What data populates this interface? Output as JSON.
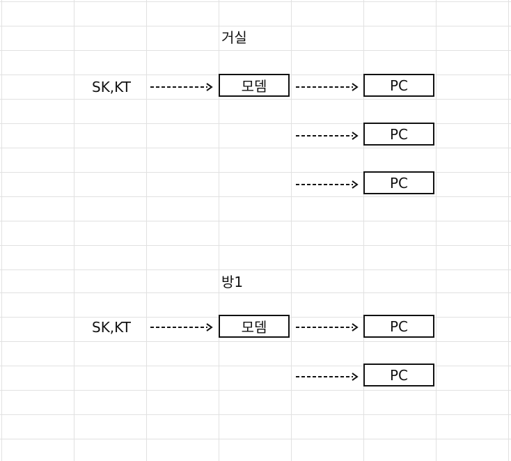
{
  "colors": {
    "grid": "#e1e1e1",
    "ink": "#111111",
    "background": "#ffffff"
  },
  "sections": [
    {
      "title": "거실",
      "source": "SK,KT",
      "modem": "모뎀",
      "pcs": [
        "PC",
        "PC",
        "PC"
      ]
    },
    {
      "title": "방1",
      "source": "SK,KT",
      "modem": "모뎀",
      "pcs": [
        "PC",
        "PC"
      ]
    }
  ]
}
